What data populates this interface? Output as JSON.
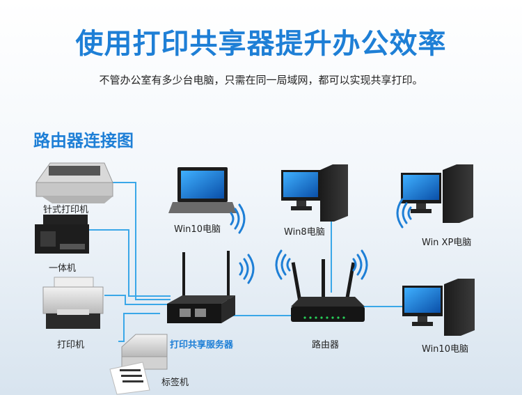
{
  "header": {
    "title": "使用打印共享器提升办公效率",
    "subtitle": "不管办公室有多少台电脑，只需在同一局域网，都可以实现共享打印。"
  },
  "diagram": {
    "section_title": "路由器连接图",
    "devices": {
      "dot_matrix_printer": "针式打印机",
      "mfp": "一体机",
      "printer": "打印机",
      "label_printer": "标签机",
      "print_server": "打印共享服务器",
      "laptop": "Win10电脑",
      "pc_win8": "Win8电脑",
      "pc_winxp": "Win XP电脑",
      "router": "路由器",
      "pc_win10": "Win10电脑"
    },
    "colors": {
      "accent": "#1e7fd6",
      "cable": "#3aa7e8"
    }
  }
}
